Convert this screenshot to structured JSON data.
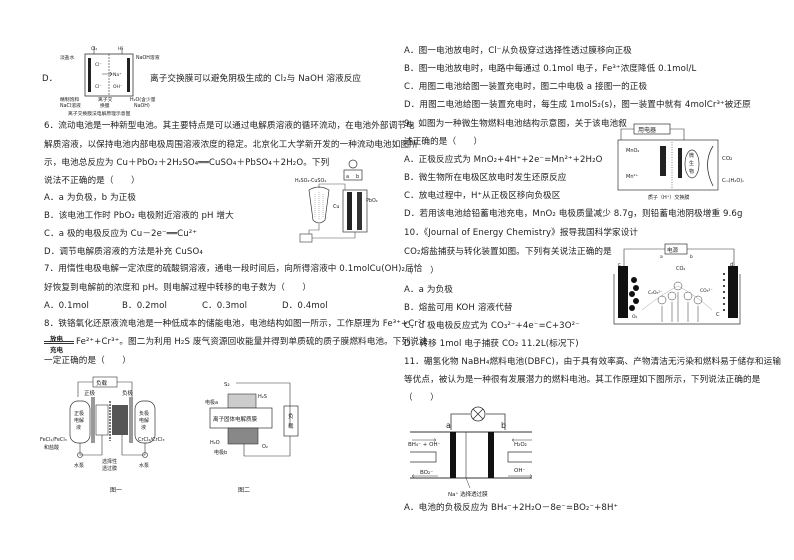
{
  "left_column": {
    "q5_option_d": {
      "label": "D．",
      "text": "离子交换膜可以避免阴极生成的 Cl₂与 NaOH 溶液反应",
      "figure": {
        "caption": "离子交换膜法电解原理示意图",
        "labels": [
          "Cl₂",
          "H₂",
          "淡盐水",
          "NaOH溶液",
          "Cl⁻",
          "Na⁺",
          "OH⁻",
          "精制饱和",
          "NaCl溶液",
          "离子交",
          "换膜",
          "H₂O(含少量",
          "NaOH)"
        ]
      }
    },
    "q6": {
      "stem_line1": "6．流动电池是一种新型电池。其主要特点是可以通过电解质溶液的循环流动，在电池外部调节电",
      "stem_line2": "解质溶液，以保持电池内部电极周围溶液浓度的稳定。北京化工大学新开发的一种流动电池如图所",
      "stem_line3": "示，电池总反应为 Cu＋PbO₂＋2H₂SO₄══CuSO₄＋PbSO₄＋2H₂O。下列",
      "stem_line4": "说法不正确的是（　　）",
      "options": [
        "A．a 为负极，b 为正极",
        "B．该电池工作时 PbO₂ 电极附近溶液的 pH 增大",
        "C．a 极的电极反应为 Cu－2e⁻══Cu²⁺",
        "D．调节电解质溶液的方法是补充 CuSO₄"
      ],
      "figure": {
        "labels": [
          "H₂SO₄-CuSO₄",
          "a",
          "b",
          "Cu",
          "PbO₂"
        ]
      }
    },
    "q7": {
      "stem_line1": "7．用惰性电极电解一定浓度的硫酸铜溶液，通电一段时间后，向所得溶液中 0.1molCu(OH)₂后恰",
      "stem_line2": "好恢复到电解前的浓度和 pH。则电解过程中转移的电子数为（　　）",
      "options": [
        "A．0.1mol",
        "B．0.2mol",
        "C．0.3mol",
        "D．0.4mol"
      ]
    },
    "q8": {
      "stem_line1": "8．铁铬氧化还原液流电池是一种低成本的储能电池，电池结构如图一所示，工作原理为 Fe³⁺+Cr²⁺",
      "arrow_top": "放电",
      "arrow_bottom": "充电",
      "stem_line2": "Fe²⁺+Cr³⁺。图二为利用 H₂S 废气资源回收能量并得到单质硫的质子膜燃料电池。下列说法",
      "stem_line3": "一定正确的是（　　）",
      "figure1": {
        "caption": "图一",
        "labels": [
          "负载",
          "正极",
          "负极",
          "正极电解液",
          "负极电解液",
          "FeCl₂/FeCl₃",
          "和盐酸",
          "CrCl₂/CrCl₃",
          "水泵",
          "选择性",
          "透过膜",
          "水泵"
        ]
      },
      "figure2": {
        "caption": "图二",
        "labels": [
          "S₂",
          "H₂S",
          "电极a",
          "离子固体电解质膜",
          "负载",
          "H₂O",
          "O₂",
          "电极b"
        ]
      }
    }
  },
  "right_column": {
    "q8_options": [
      "A．图一电池放电时，Cl⁻从负极穿过选择性透过膜移向正极",
      "B．图一电池放电时，电路中每通过 0.1mol 电子，Fe³⁺浓度降低 0.1mol/L",
      "C．用图二电池给图一装置充电时，图二中电极 a 接图一的正极",
      "D．用图二电池给图一装置充电时，每生成 1molS₂(s)，图一装置中就有 4molCr³⁺被还原"
    ],
    "q9": {
      "stem_line1": "9．如图为一种微生物燃料电池结构示意图，关于该电池叙",
      "stem_line2": "述正确的是（　　）",
      "options": [
        "A．正极反应式为 MnO₂+4H⁺+2e⁻=Mn²⁺+2H₂O",
        "B．微生物所在电极区放电时发生还原反应",
        "C．放电过程中，H⁺从正极区移向负极区",
        "D．若用该电池给铅蓄电池充电，MnO₂ 电极质量减少 8.7g，则铅蓄电池阴极增重 9.6g"
      ],
      "figure": {
        "labels": [
          "用电器",
          "MnO₂",
          "Mn²⁺",
          "微生物",
          "CO₂",
          "Cₘ(H₂O)ₙ",
          "质子（H⁺）交换膜"
        ]
      }
    },
    "q10": {
      "stem_line1": "10．《Journal of Energy Chemistry》报导我国科学家设计",
      "stem_line2": "CO₂熔盐捕获与转化装置如图。下列有关说法正确的是",
      "stem_line3": "（　　）",
      "options": [
        "A．a 为负极",
        "B．熔盐可用 KOH 溶液代替",
        "C．d 极电极反应式为 CO₃²⁻+4e⁻=C+3O²⁻",
        "D．转移 1mol 电子捕获 CO₂ 11.2L(标况下)"
      ],
      "figure": {
        "labels": [
          "电源",
          "a",
          "b",
          "c",
          "d",
          "CO₂",
          "C₂O₅²⁻",
          "O²⁻",
          "CO₃²⁻",
          "O₂",
          "C"
        ]
      }
    },
    "q11": {
      "stem_line1": "11．硼氢化物 NaBH₄燃料电池(DBFC)，由于具有效率高、产物清洁无污染和燃料易于储存和运输",
      "stem_line2": "等优点，被认为是一种很有发展潜力的燃料电池。其工作原理如下图所示，下列说法正确的是",
      "stem_line3": "（　　）",
      "figure": {
        "labels": [
          "a",
          "b",
          "BH₄⁻ + OH⁻",
          "BO₂⁻",
          "H₂O₂",
          "OH⁻",
          "Na⁺ 选择透过膜"
        ]
      },
      "options": [
        "A．电池的负极反应为 BH₄⁻+2H₂O－8e⁻=BO₂⁻+8H⁺"
      ]
    }
  }
}
